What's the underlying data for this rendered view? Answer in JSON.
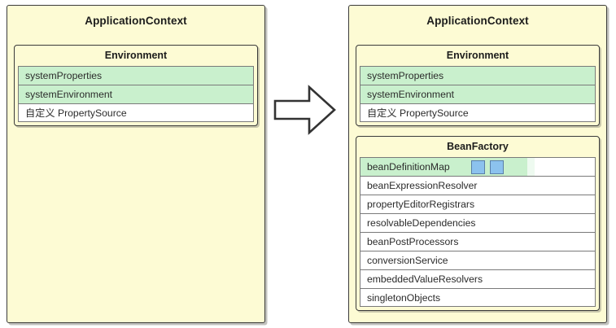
{
  "diagram": {
    "type": "two-state-flow",
    "colors": {
      "panel_fill": "#fdfbd4",
      "panel_border": "#3a3a3a",
      "row_highlight": "#c9f0cd",
      "row_fill": "#ffffff",
      "row_border": "#7a7a7a",
      "marker_fill": "#8cc2ee",
      "marker_border": "#5a7fa8",
      "background": "#ffffff"
    },
    "arrow": {
      "name": "right-block-arrow",
      "direction": "right"
    }
  },
  "left": {
    "title": "ApplicationContext",
    "environment": {
      "title": "Environment",
      "rows": [
        {
          "label": "systemProperties",
          "highlight": true
        },
        {
          "label": "systemEnvironment",
          "highlight": true
        },
        {
          "label": "自定义 PropertySource",
          "highlight": false
        }
      ]
    }
  },
  "right": {
    "title": "ApplicationContext",
    "environment": {
      "title": "Environment",
      "rows": [
        {
          "label": "systemProperties",
          "highlight": true
        },
        {
          "label": "systemEnvironment",
          "highlight": true
        },
        {
          "label": "自定义 PropertySource",
          "highlight": false
        }
      ]
    },
    "beanFactory": {
      "title": "BeanFactory",
      "rows": [
        {
          "label": "beanDefinitionMap",
          "highlight": true,
          "markers": 2
        },
        {
          "label": "beanExpressionResolver",
          "highlight": false,
          "markers": 0
        },
        {
          "label": "propertyEditorRegistrars",
          "highlight": false,
          "markers": 0
        },
        {
          "label": "resolvableDependencies",
          "highlight": false,
          "markers": 0
        },
        {
          "label": "beanPostProcessors",
          "highlight": false,
          "markers": 0
        },
        {
          "label": "conversionService",
          "highlight": false,
          "markers": 0
        },
        {
          "label": "embeddedValueResolvers",
          "highlight": false,
          "markers": 0
        },
        {
          "label": "singletonObjects",
          "highlight": false,
          "markers": 0
        }
      ]
    }
  }
}
